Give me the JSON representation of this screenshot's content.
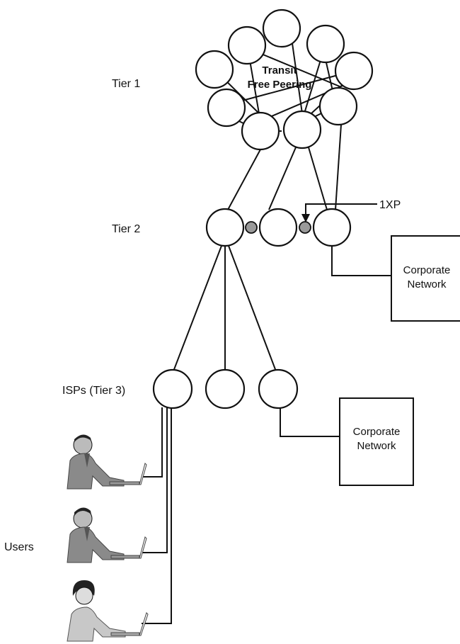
{
  "labels": {
    "tier1": "Tier 1",
    "tier2": "Tier 2",
    "tier3": "ISPs (Tier 3)",
    "users": "Users",
    "transit_line1": "Transit",
    "transit_line2": "Free Peering",
    "ixp": "1XP",
    "corporate_top_line1": "Corporate",
    "corporate_top_line2": "Network",
    "corporate_bottom_line1": "Corporate",
    "corporate_bottom_line2": "Network"
  },
  "colors": {
    "stroke": "#111111",
    "ixp_fill": "#9a9a9a",
    "user_figure": "#8a8a8a"
  },
  "icons": [
    "user-workstation-icon",
    "user-workstation-icon",
    "user-workstation-icon"
  ]
}
